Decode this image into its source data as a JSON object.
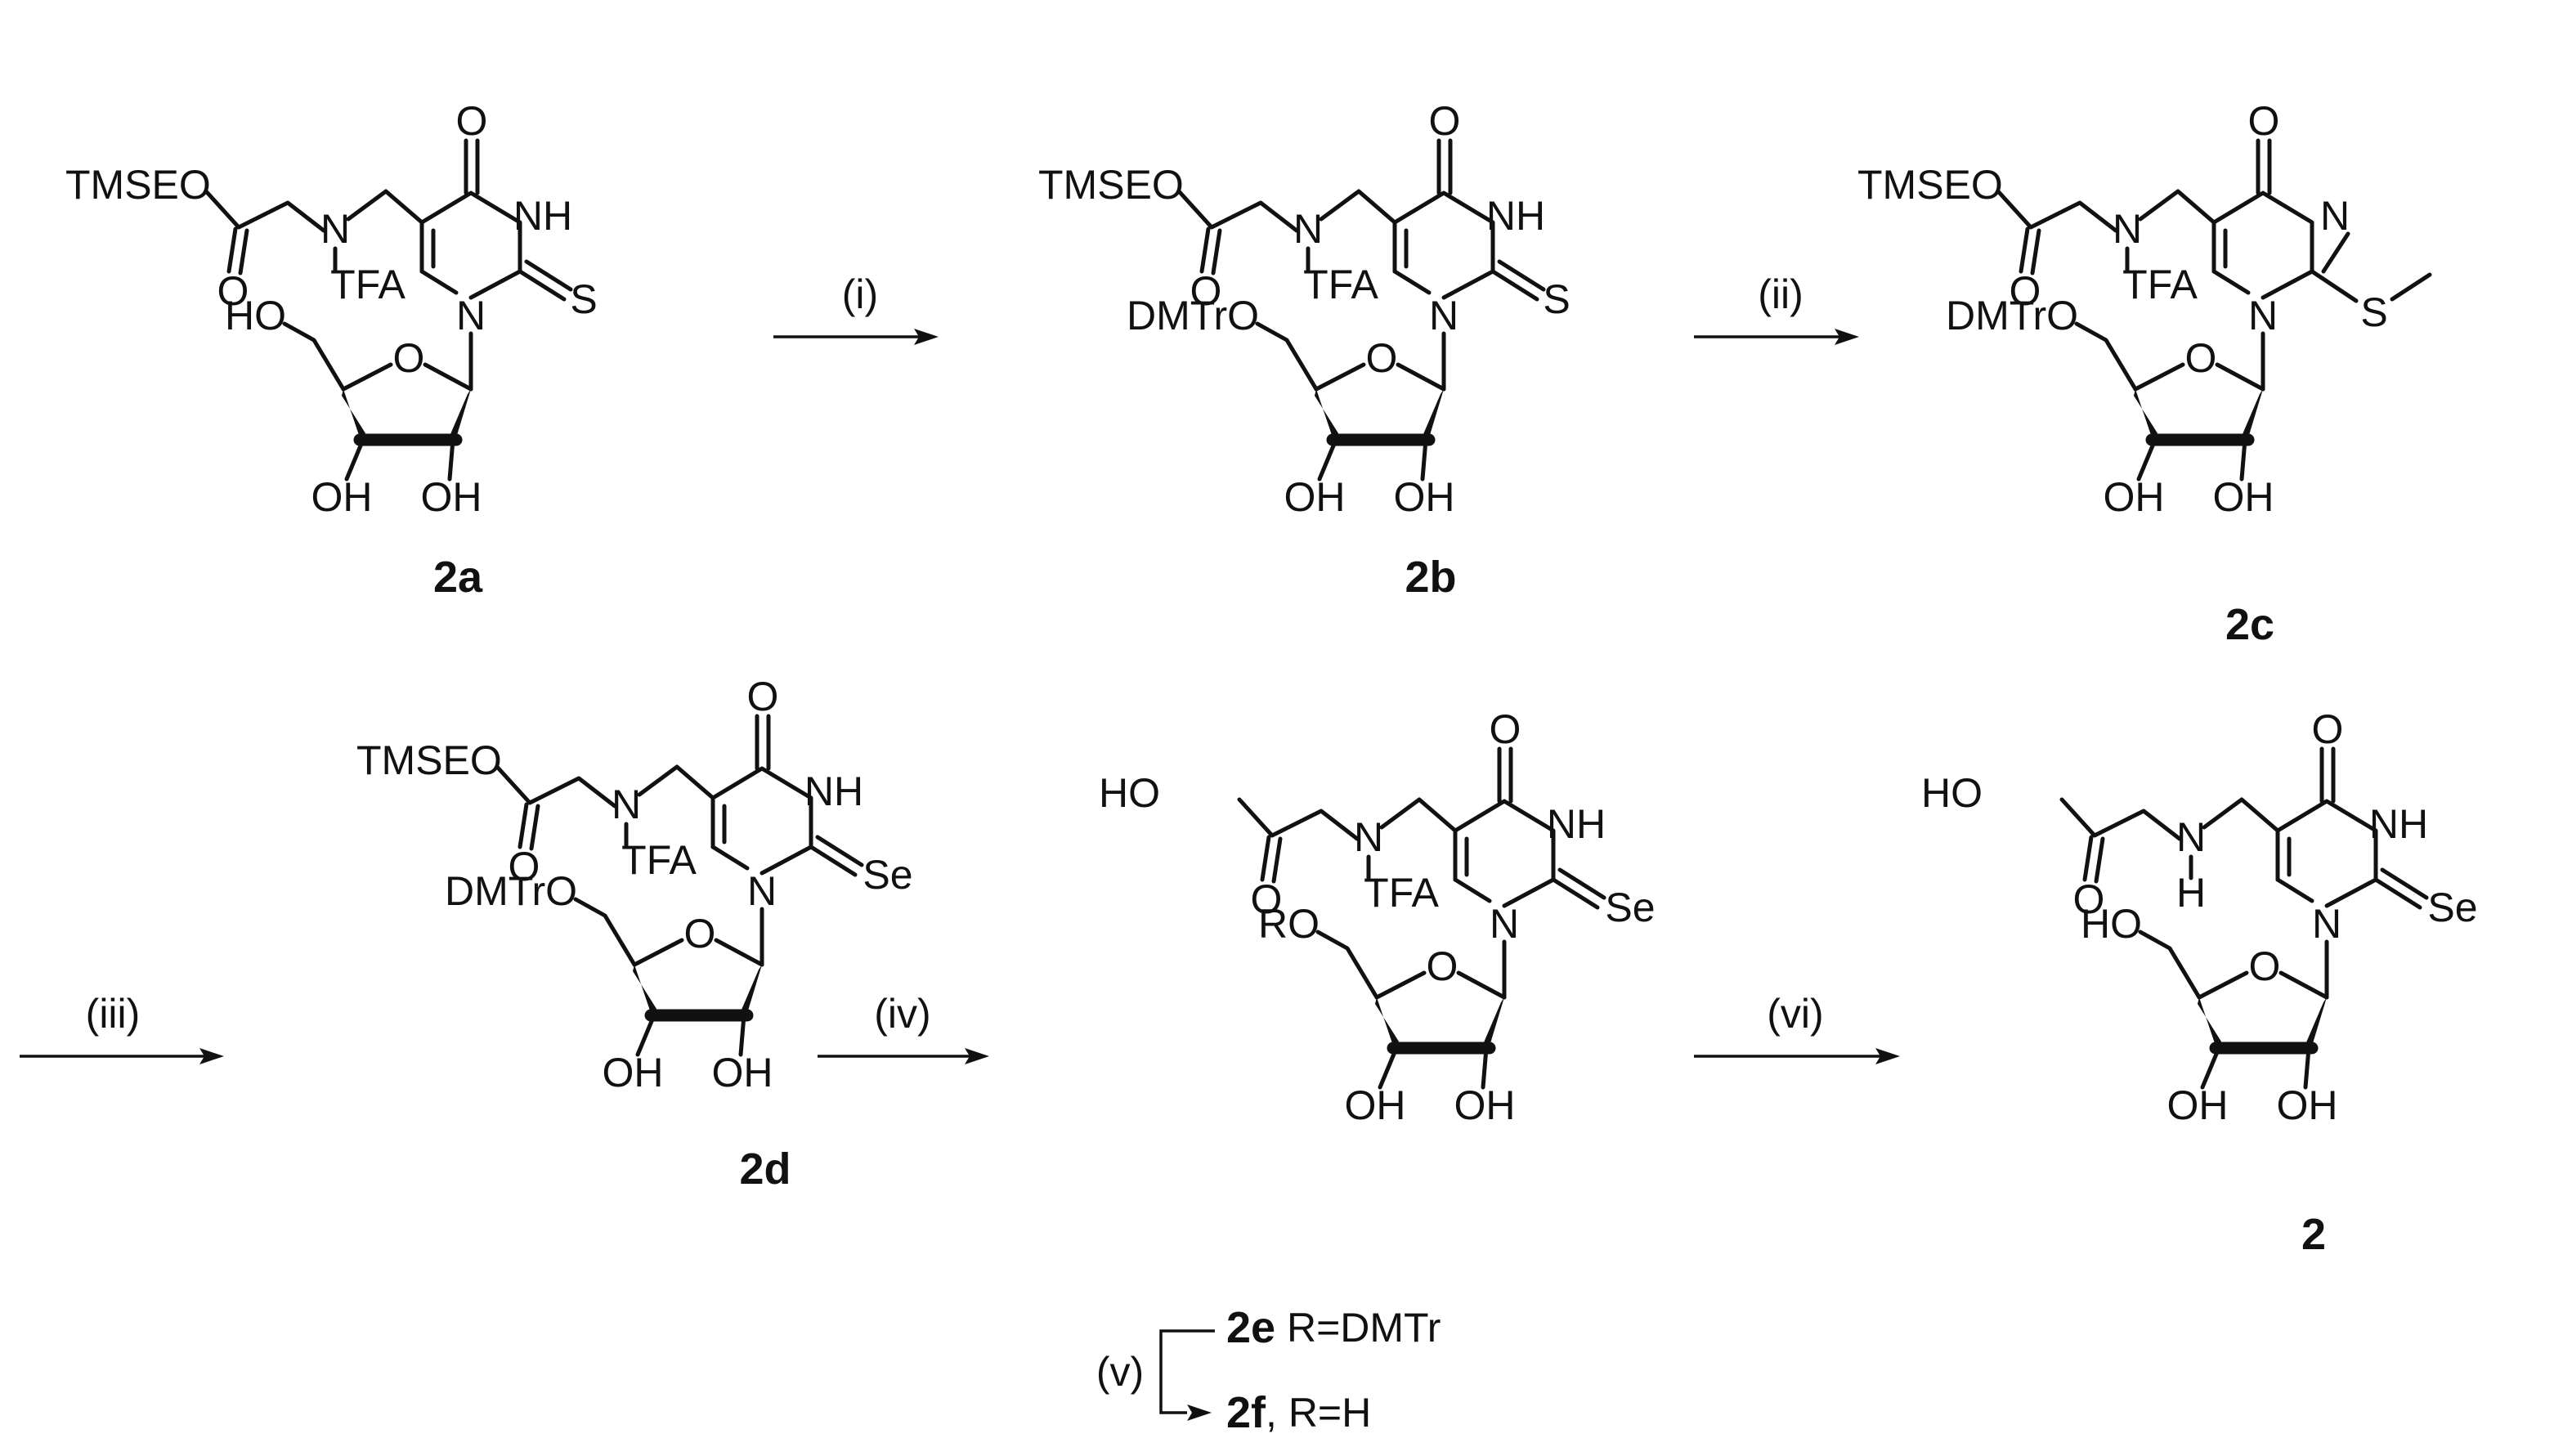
{
  "colors": {
    "ink": "#111111",
    "background": "#ffffff"
  },
  "molecules": [
    {
      "id": "2a",
      "atoms": {
        "ester": "TMSEO",
        "carbonyl_o": "O",
        "amine_n": "N",
        "amine_sub": "TFA",
        "base_o": "O",
        "base_nh": "NH",
        "base_n1": "N",
        "base_x": "S",
        "ring_o": "O",
        "c5_group": "HO",
        "oh3": "OH",
        "oh2": "OH"
      }
    },
    {
      "id": "2b",
      "atoms": {
        "ester": "TMSEO",
        "carbonyl_o": "O",
        "amine_n": "N",
        "amine_sub": "TFA",
        "base_o": "O",
        "base_nh": "NH",
        "base_n1": "N",
        "base_x": "S",
        "ring_o": "O",
        "c5_group": "DMTrO",
        "oh3": "OH",
        "oh2": "OH"
      }
    },
    {
      "id": "2c",
      "atoms": {
        "ester": "TMSEO",
        "carbonyl_o": "O",
        "amine_n": "N",
        "amine_sub": "TFA",
        "base_o": "O",
        "base_nh": "N",
        "base_n1": "N",
        "base_x": "S",
        "ring_o": "O",
        "c5_group": "DMTrO",
        "oh3": "OH",
        "oh2": "OH"
      }
    },
    {
      "id": "2d",
      "atoms": {
        "ester": "TMSEO",
        "carbonyl_o": "O",
        "amine_n": "N",
        "amine_sub": "TFA",
        "base_o": "O",
        "base_nh": "NH",
        "base_n1": "N",
        "base_x": "Se",
        "ring_o": "O",
        "c5_group": "DMTrO",
        "oh3": "OH",
        "oh2": "OH"
      }
    },
    {
      "id": "2e",
      "atoms": {
        "ester": "HO",
        "carbonyl_o": "O",
        "amine_n": "N",
        "amine_sub": "TFA",
        "base_o": "O",
        "base_nh": "NH",
        "base_n1": "N",
        "base_x": "Se",
        "ring_o": "O",
        "c5_group": "RO",
        "oh3": "OH",
        "oh2": "OH"
      }
    },
    {
      "id": "2",
      "atoms": {
        "ester": "HO",
        "carbonyl_o": "O",
        "amine_n": "N",
        "amine_sub": "H",
        "base_o": "O",
        "base_nh": "NH",
        "base_n1": "N",
        "base_x": "Se",
        "ring_o": "O",
        "c5_group": "HO",
        "oh3": "OH",
        "oh2": "OH"
      }
    }
  ],
  "steps": [
    "(i)",
    "(ii)",
    "(iii)",
    "(iv)",
    "(vi)",
    "(v)"
  ],
  "r_definitions": [
    {
      "id": "2e",
      "sep": " ",
      "text": "R=DMTr"
    },
    {
      "id": "2f",
      "sep": ", ",
      "text": "R=H"
    }
  ]
}
